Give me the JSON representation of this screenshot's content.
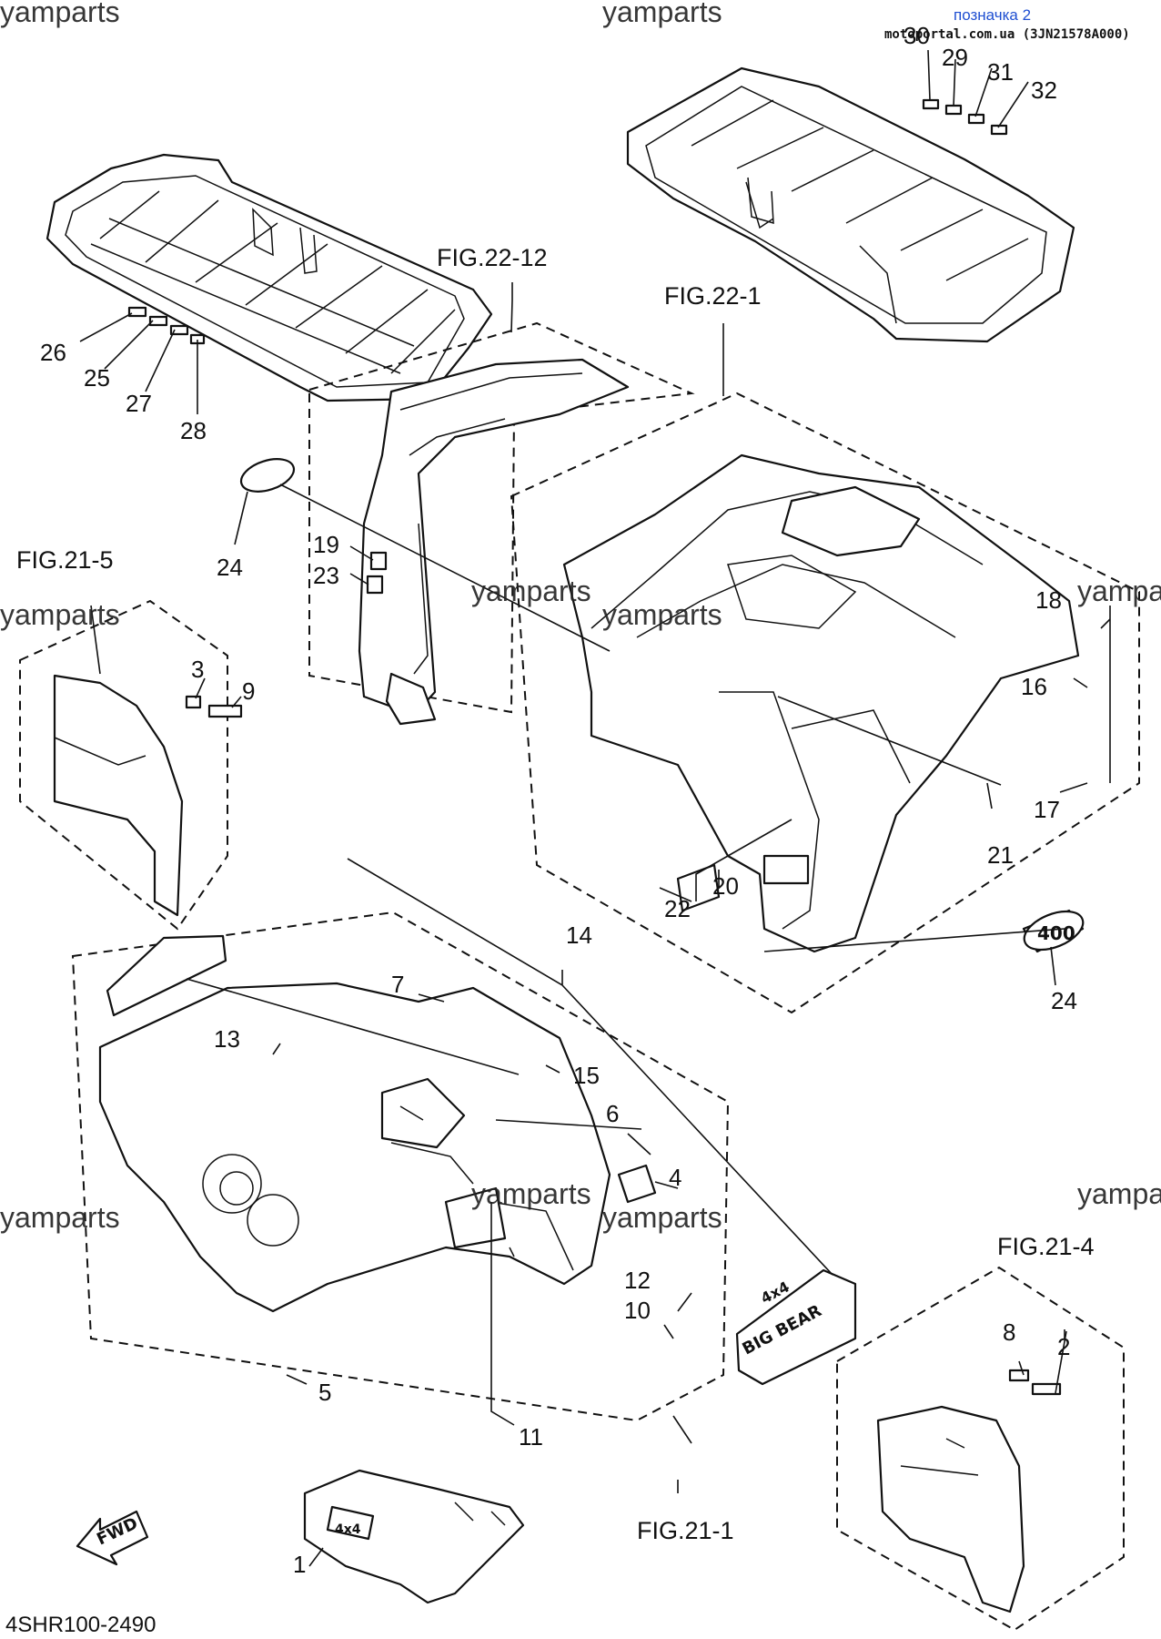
{
  "watermarks": [
    "yamparts",
    "yamparts",
    "yamparts",
    "yamparts",
    "yamparts",
    "yamparts",
    "yamparts",
    "yamparts",
    "yamparts",
    "yampa"
  ],
  "header": {
    "link_label": "позначка 2",
    "source_text": "motoportal.com.ua (3JN21578A000)"
  },
  "figure_refs": {
    "fig_22_12": "FIG.22-12",
    "fig_22_1": "FIG.22-1",
    "fig_21_5": "FIG.21-5",
    "fig_21_4": "FIG.21-4",
    "fig_21_1": "FIG.21-1"
  },
  "callouts": [
    "1",
    "2",
    "3",
    "4",
    "5",
    "6",
    "7",
    "8",
    "9",
    "10",
    "11",
    "12",
    "13",
    "14",
    "15",
    "16",
    "17",
    "18",
    "19",
    "20",
    "21",
    "22",
    "23",
    "24",
    "24",
    "25",
    "26",
    "27",
    "28",
    "29",
    "30",
    "31",
    "32"
  ],
  "direction_label": "FWD",
  "diagram_code": "4SHR100-2490",
  "decals": {
    "emblem_rear": "400",
    "emblem_front": "4x4",
    "emblem_side_top": "4x4",
    "emblem_side_bottom": "BIG BEAR"
  }
}
